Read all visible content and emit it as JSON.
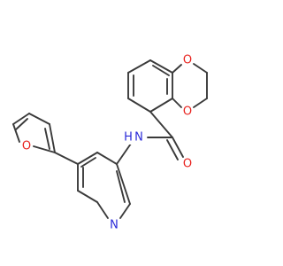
{
  "molecule": {
    "atom_labels": {
      "o_dioxane_top": "O",
      "o_dioxane_bottom": "O",
      "o_carbonyl": "O",
      "n_amide": "N",
      "h_amide": "H",
      "o_furan": "O",
      "n_pyridine": "N"
    },
    "colors": {
      "bond": "#3a3a3a",
      "oxygen": "#e8231f",
      "nitrogen": "#2a2ad8",
      "background": "#ffffff"
    }
  }
}
